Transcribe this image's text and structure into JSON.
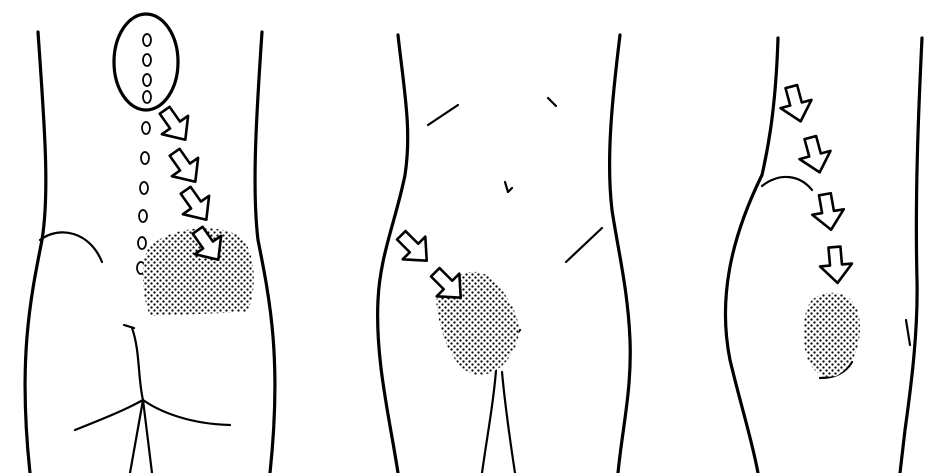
{
  "figure": {
    "panels": [
      {
        "view": "back",
        "has_spine_marker": true,
        "arrow_count": 4
      },
      {
        "view": "front",
        "arrow_count": 2
      },
      {
        "view": "side",
        "arrow_count": 4
      }
    ],
    "colors": {
      "ink": "#000000",
      "paper": "#ffffff"
    },
    "icons": [
      "body-outline",
      "pain-radiation-arrow",
      "stippled-pain-area"
    ]
  }
}
